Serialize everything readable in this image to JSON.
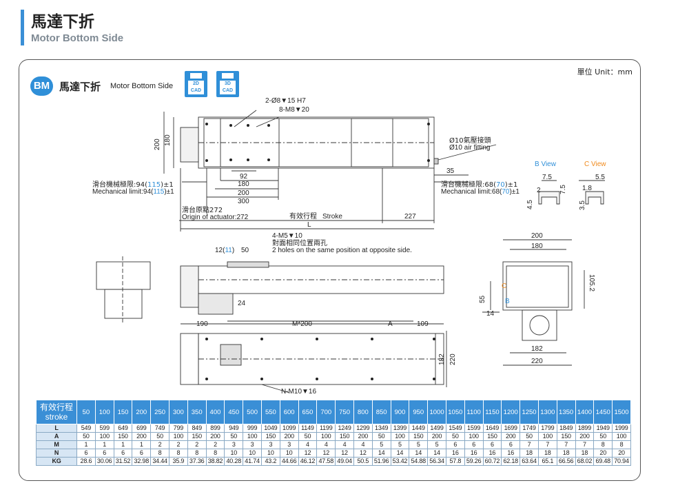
{
  "header": {
    "title": "馬達下折",
    "subtitle": "Motor Bottom Side"
  },
  "unit_label": "單位 Unit：mm",
  "section": {
    "badge": "BM",
    "title_zh": "馬達下折",
    "title_en": "Motor Bottom Side"
  },
  "cad_buttons": [
    {
      "line1": "2D",
      "line2": "CAD"
    },
    {
      "line1": "3D",
      "line2": "CAD"
    }
  ],
  "colors": {
    "accent": "#3a8fd6",
    "highlight_blue": "#2f8fd8",
    "highlight_orange": "#f08a1c"
  },
  "drawing": {
    "dim_200": "200",
    "dim_180": "180",
    "hole_note": "2-Ø8▼15 H7",
    "tap_note": "8-M8▼20",
    "air_zh": "Ø10氣壓接頭",
    "air_en": "Ø10 air fitting",
    "b_view": "B View",
    "c_view": "C View",
    "dim_92": "92",
    "dim_180b": "180",
    "dim_200b": "200",
    "dim_300": "300",
    "dim_35": "35",
    "limit_left_zh_a": "滑台機械極限:94(",
    "limit_left_val": "115",
    "limit_left_zh_b": ")±1",
    "limit_left_en_a": "Mechanical limit:94(",
    "limit_left_en_b": ")±1",
    "limit_right_zh_a": "滑台機械極限:68(",
    "limit_right_val": "70",
    "limit_right_zh_b": ")±1",
    "limit_right_en_a": "Mechanical limit:68(",
    "limit_right_en_b": ")±1",
    "origin_zh": "滑台原點272",
    "origin_en": "Origin of actuator:272",
    "stroke_zh": "有效行程",
    "stroke_en": "Stroke",
    "dim_227": "227",
    "dim_L": "L",
    "b_75": "7.5",
    "b_2": "2",
    "b_75v": "7.5",
    "b_45": "4.5",
    "c_55": "5.5",
    "c_18": "1.8",
    "c_35": "3.5",
    "m5_note": "4-M5▼10",
    "m5_zh": "對面相同位置兩孔",
    "m5_en": "2 holes on the same position at opposite side.",
    "dim_12a": "12(",
    "dim_11": "11",
    "dim_12b": ")",
    "dim_50": "50",
    "dim_24": "24",
    "dim_190": "190",
    "dim_M200": "M*200",
    "dim_A": "A",
    "dim_109": "109",
    "dim_182": "182",
    "dim_220": "220",
    "nm10": "N-M10▼16",
    "end_200": "200",
    "end_180": "180",
    "end_1052": "105.2",
    "end_55": "55",
    "end_14": "14",
    "end_C": "C",
    "end_B": "B",
    "end_182": "182",
    "end_220": "220"
  },
  "table": {
    "header_zh": "有效行程",
    "header_en": "stroke",
    "strokes": [
      "50",
      "100",
      "150",
      "200",
      "250",
      "300",
      "350",
      "400",
      "450",
      "500",
      "550",
      "600",
      "650",
      "700",
      "750",
      "800",
      "850",
      "900",
      "950",
      "1000",
      "1050",
      "1100",
      "1150",
      "1200",
      "1250",
      "1300",
      "1350",
      "1400",
      "1450",
      "1500"
    ],
    "rows": [
      {
        "label": "L",
        "values": [
          "549",
          "599",
          "649",
          "699",
          "749",
          "799",
          "849",
          "899",
          "949",
          "999",
          "1049",
          "1099",
          "1149",
          "1199",
          "1249",
          "1299",
          "1349",
          "1399",
          "1449",
          "1499",
          "1549",
          "1599",
          "1649",
          "1699",
          "1749",
          "1799",
          "1849",
          "1899",
          "1949",
          "1999"
        ]
      },
      {
        "label": "A",
        "values": [
          "50",
          "100",
          "150",
          "200",
          "50",
          "100",
          "150",
          "200",
          "50",
          "100",
          "150",
          "200",
          "50",
          "100",
          "150",
          "200",
          "50",
          "100",
          "150",
          "200",
          "50",
          "100",
          "150",
          "200",
          "50",
          "100",
          "150",
          "200",
          "50",
          "100"
        ]
      },
      {
        "label": "M",
        "values": [
          "1",
          "1",
          "1",
          "1",
          "2",
          "2",
          "2",
          "2",
          "3",
          "3",
          "3",
          "3",
          "4",
          "4",
          "4",
          "4",
          "5",
          "5",
          "5",
          "5",
          "6",
          "6",
          "6",
          "6",
          "7",
          "7",
          "7",
          "7",
          "8",
          "8"
        ]
      },
      {
        "label": "N",
        "values": [
          "6",
          "6",
          "6",
          "6",
          "8",
          "8",
          "8",
          "8",
          "10",
          "10",
          "10",
          "10",
          "12",
          "12",
          "12",
          "12",
          "14",
          "14",
          "14",
          "14",
          "16",
          "16",
          "16",
          "16",
          "18",
          "18",
          "18",
          "18",
          "20",
          "20"
        ]
      },
      {
        "label": "KG",
        "values": [
          "28.6",
          "30.06",
          "31.52",
          "32.98",
          "34.44",
          "35.9",
          "37.36",
          "38.82",
          "40.28",
          "41.74",
          "43.2",
          "44.66",
          "46.12",
          "47.58",
          "49.04",
          "50.5",
          "51.96",
          "53.42",
          "54.88",
          "56.34",
          "57.8",
          "59.26",
          "60.72",
          "62.18",
          "63.64",
          "65.1",
          "66.56",
          "68.02",
          "69.48",
          "70.94"
        ]
      }
    ]
  }
}
